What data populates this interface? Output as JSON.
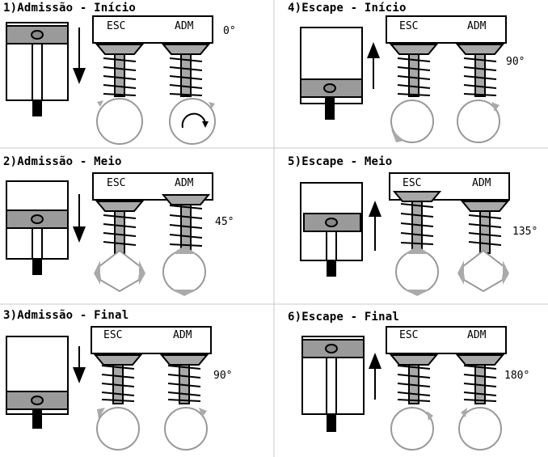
{
  "panels": [
    {
      "title": "1)Admissão - Início",
      "angle": "0°",
      "label_left": "ESC",
      "label_right": "ADM"
    },
    {
      "title": "2)Admissão - Meio",
      "angle": "45°",
      "label_left": "ESC",
      "label_right": "ADM"
    },
    {
      "title": "3)Admissão - Final",
      "angle": "90°",
      "label_left": "ESC",
      "label_right": "ADM"
    },
    {
      "title": "4)Escape - Início",
      "angle": "90°",
      "label_left": "ESC",
      "label_right": "ADM"
    },
    {
      "title": "5)Escape - Meio",
      "angle": "135°",
      "label_left": "ESC",
      "label_right": "ADM"
    },
    {
      "title": "6)Escape - Final",
      "angle": "180°",
      "label_left": "ESC",
      "label_right": "ADM"
    }
  ],
  "colors": {
    "line": "#000000",
    "piston": "#9a9a9a",
    "valve": "#a8a8a8",
    "cam": "#d6d6d6",
    "rod_base": "#000000",
    "divider": "#c8c8c8"
  }
}
